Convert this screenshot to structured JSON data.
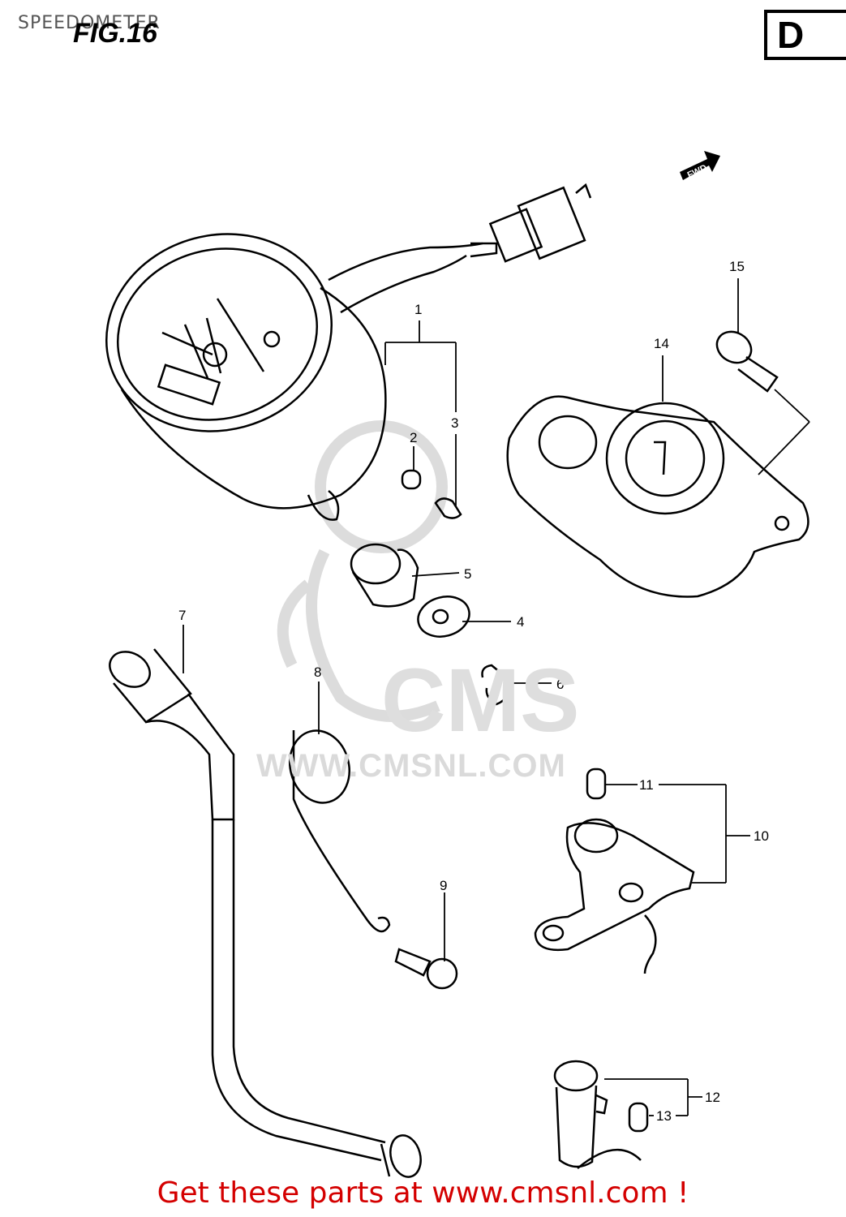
{
  "page_title": "SPEEDOMETER",
  "figure": {
    "label": "FIG.16",
    "section": "D"
  },
  "arrow_label": "FWD",
  "watermark": {
    "logo_text": "CMS",
    "url_text": "WWW.CMSNL.COM"
  },
  "footer": {
    "cta": "Get these parts at www.cmsnl.com !"
  },
  "callouts": [
    "1",
    "2",
    "3",
    "4",
    "5",
    "6",
    "7",
    "8",
    "9",
    "10",
    "11",
    "12",
    "13",
    "14",
    "15"
  ]
}
